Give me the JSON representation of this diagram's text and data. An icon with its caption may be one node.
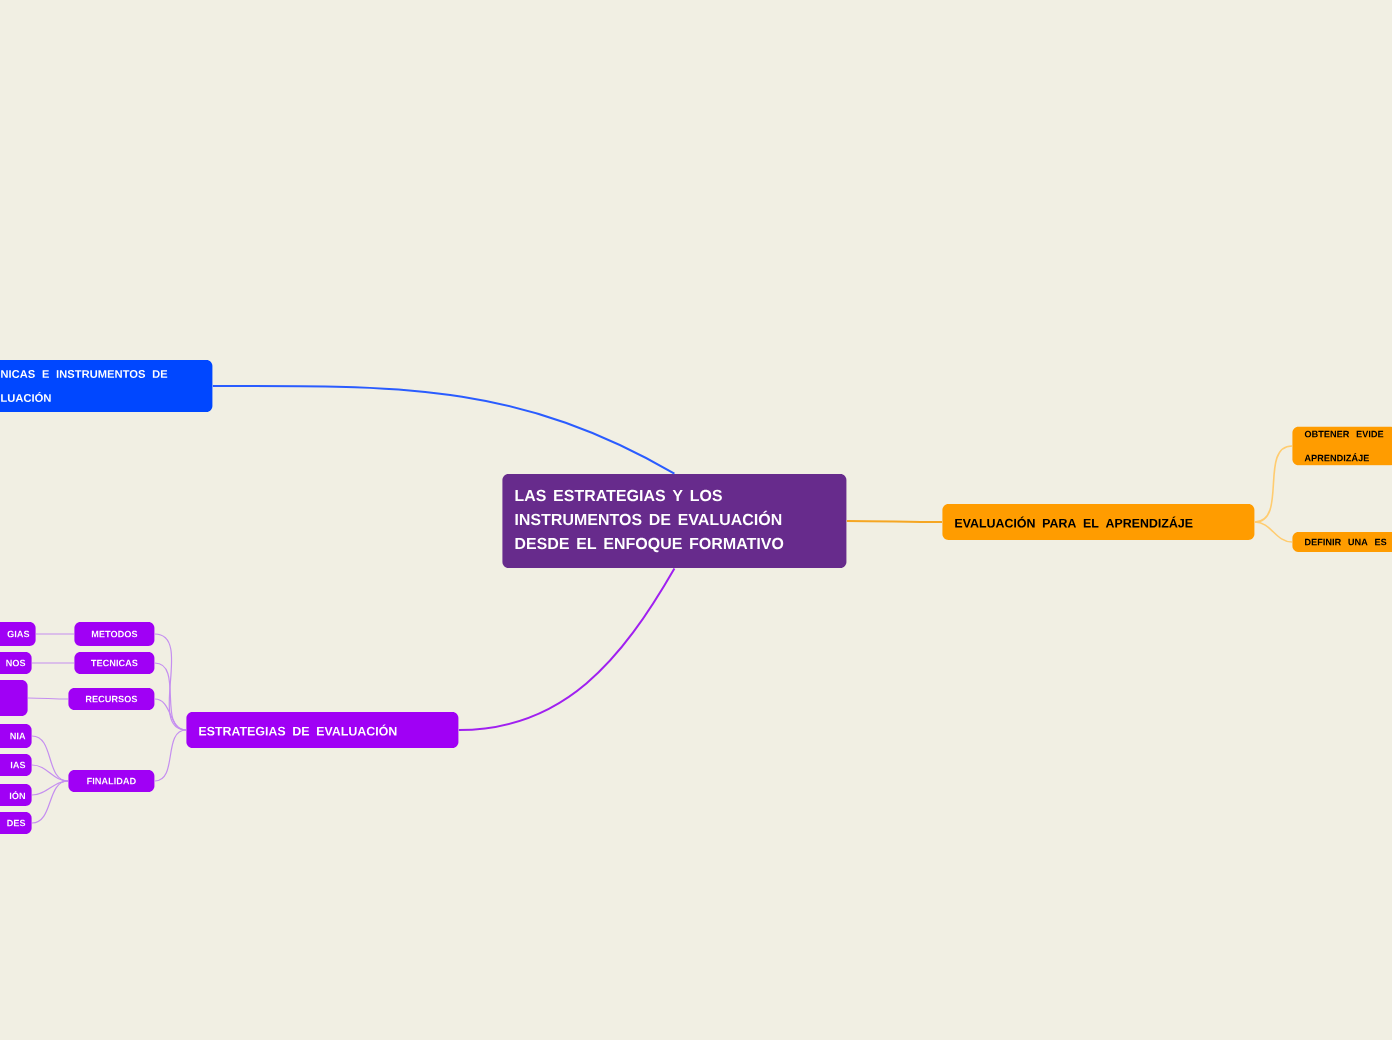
{
  "diagram": {
    "nodes": [
      {
        "text": [
          "LAS ESTRATEGIAS Y LOS INSTRUMENTOS DE EVALUACIÓN DESDE EL ENFOQUE FORMATIVO"
        ]
      },
      {
        "text": [
          "NICAS E INSTRUMENTOS DE LUACIÓN"
        ]
      },
      {
        "text": [
          "EVALUACIÓN PARA EL APRENDIZÁJE"
        ]
      },
      {
        "text": [
          "OBTENER EVIDE APRENDIZÁJE"
        ]
      },
      {
        "text": [
          "DEFINIR UNA ES"
        ]
      },
      {
        "text": [
          "ESTRATEGIAS DE EVALUACIÓN"
        ]
      },
      {
        "text": [
          "METODOS"
        ]
      },
      {
        "text": [
          "TECNICAS"
        ]
      },
      {
        "text": [
          "RECURSOS"
        ]
      },
      {
        "text": [
          "FINALIDAD"
        ]
      },
      {
        "text": [
          "GIAS"
        ]
      },
      {
        "text": [
          "NOS"
        ]
      },
      {
        "text": [],
        "shape": "box"
      },
      {
        "text": [
          "NIA"
        ]
      },
      {
        "text": [
          "IAS"
        ]
      },
      {
        "text": [
          "IÓN"
        ]
      },
      {
        "text": [
          "DES"
        ]
      }
    ],
    "edges": [
      {
        "from": 0,
        "to": 1,
        "arrow": "none",
        "color": "#2a5cff"
      },
      {
        "from": 0,
        "to": 2,
        "arrow": "none",
        "color": "#f5a623"
      },
      {
        "from": 2,
        "to": 3,
        "arrow": "none",
        "color": "#ffcc70"
      },
      {
        "from": 2,
        "to": 4,
        "arrow": "none",
        "color": "#ffcc70"
      },
      {
        "from": 0,
        "to": 5,
        "arrow": "none",
        "color": "#a020f0"
      },
      {
        "from": 5,
        "to": 6,
        "arrow": "none"
      },
      {
        "from": 5,
        "to": 7,
        "arrow": "none"
      },
      {
        "from": 5,
        "to": 8,
        "arrow": "none"
      },
      {
        "from": 5,
        "to": 9,
        "arrow": "none"
      },
      {
        "from": 6,
        "to": 10,
        "arrow": "none"
      },
      {
        "from": 7,
        "to": 11,
        "arrow": "none"
      },
      {
        "from": 8,
        "to": 12,
        "arrow": "none"
      },
      {
        "from": 9,
        "to": 13,
        "arrow": "none"
      },
      {
        "from": 9,
        "to": 14,
        "arrow": "none"
      },
      {
        "from": 9,
        "to": 15,
        "arrow": "none"
      },
      {
        "from": 9,
        "to": 16,
        "arrow": "none"
      }
    ]
  }
}
